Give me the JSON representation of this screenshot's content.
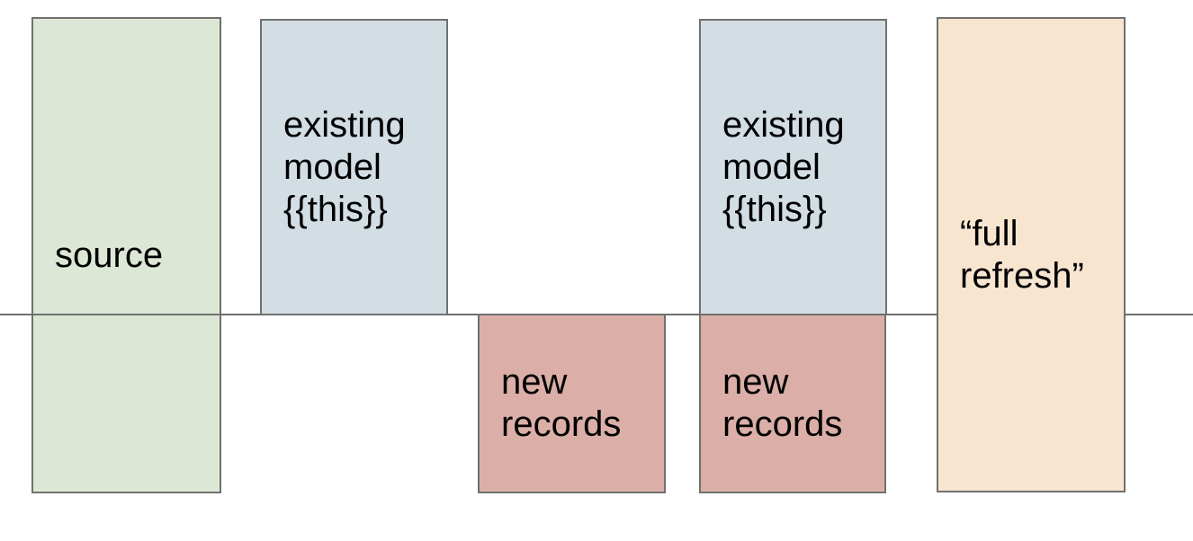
{
  "canvas": {
    "background": "#ffffff",
    "border_color": "#707070",
    "line_color": "#6f6f6f",
    "text_color": "#000000"
  },
  "divider_line": {
    "name": "timeline-divider-line"
  },
  "boxes": [
    {
      "id": "source",
      "label": "source",
      "fill": "#dce8d5"
    },
    {
      "id": "existing-model-1",
      "label": "existing\nmodel\n{{this}}",
      "fill": "#d2dee4"
    },
    {
      "id": "new-records-1",
      "label": "new\nrecords",
      "fill": "#dbafa7"
    },
    {
      "id": "existing-model-2",
      "label": "existing\nmodel\n{{this}}",
      "fill": "#d2dee4"
    },
    {
      "id": "new-records-2",
      "label": "new\nrecords",
      "fill": "#dbafa7"
    },
    {
      "id": "full-refresh",
      "label": "“full\nrefresh”",
      "fill": "#f8e5d0"
    }
  ]
}
